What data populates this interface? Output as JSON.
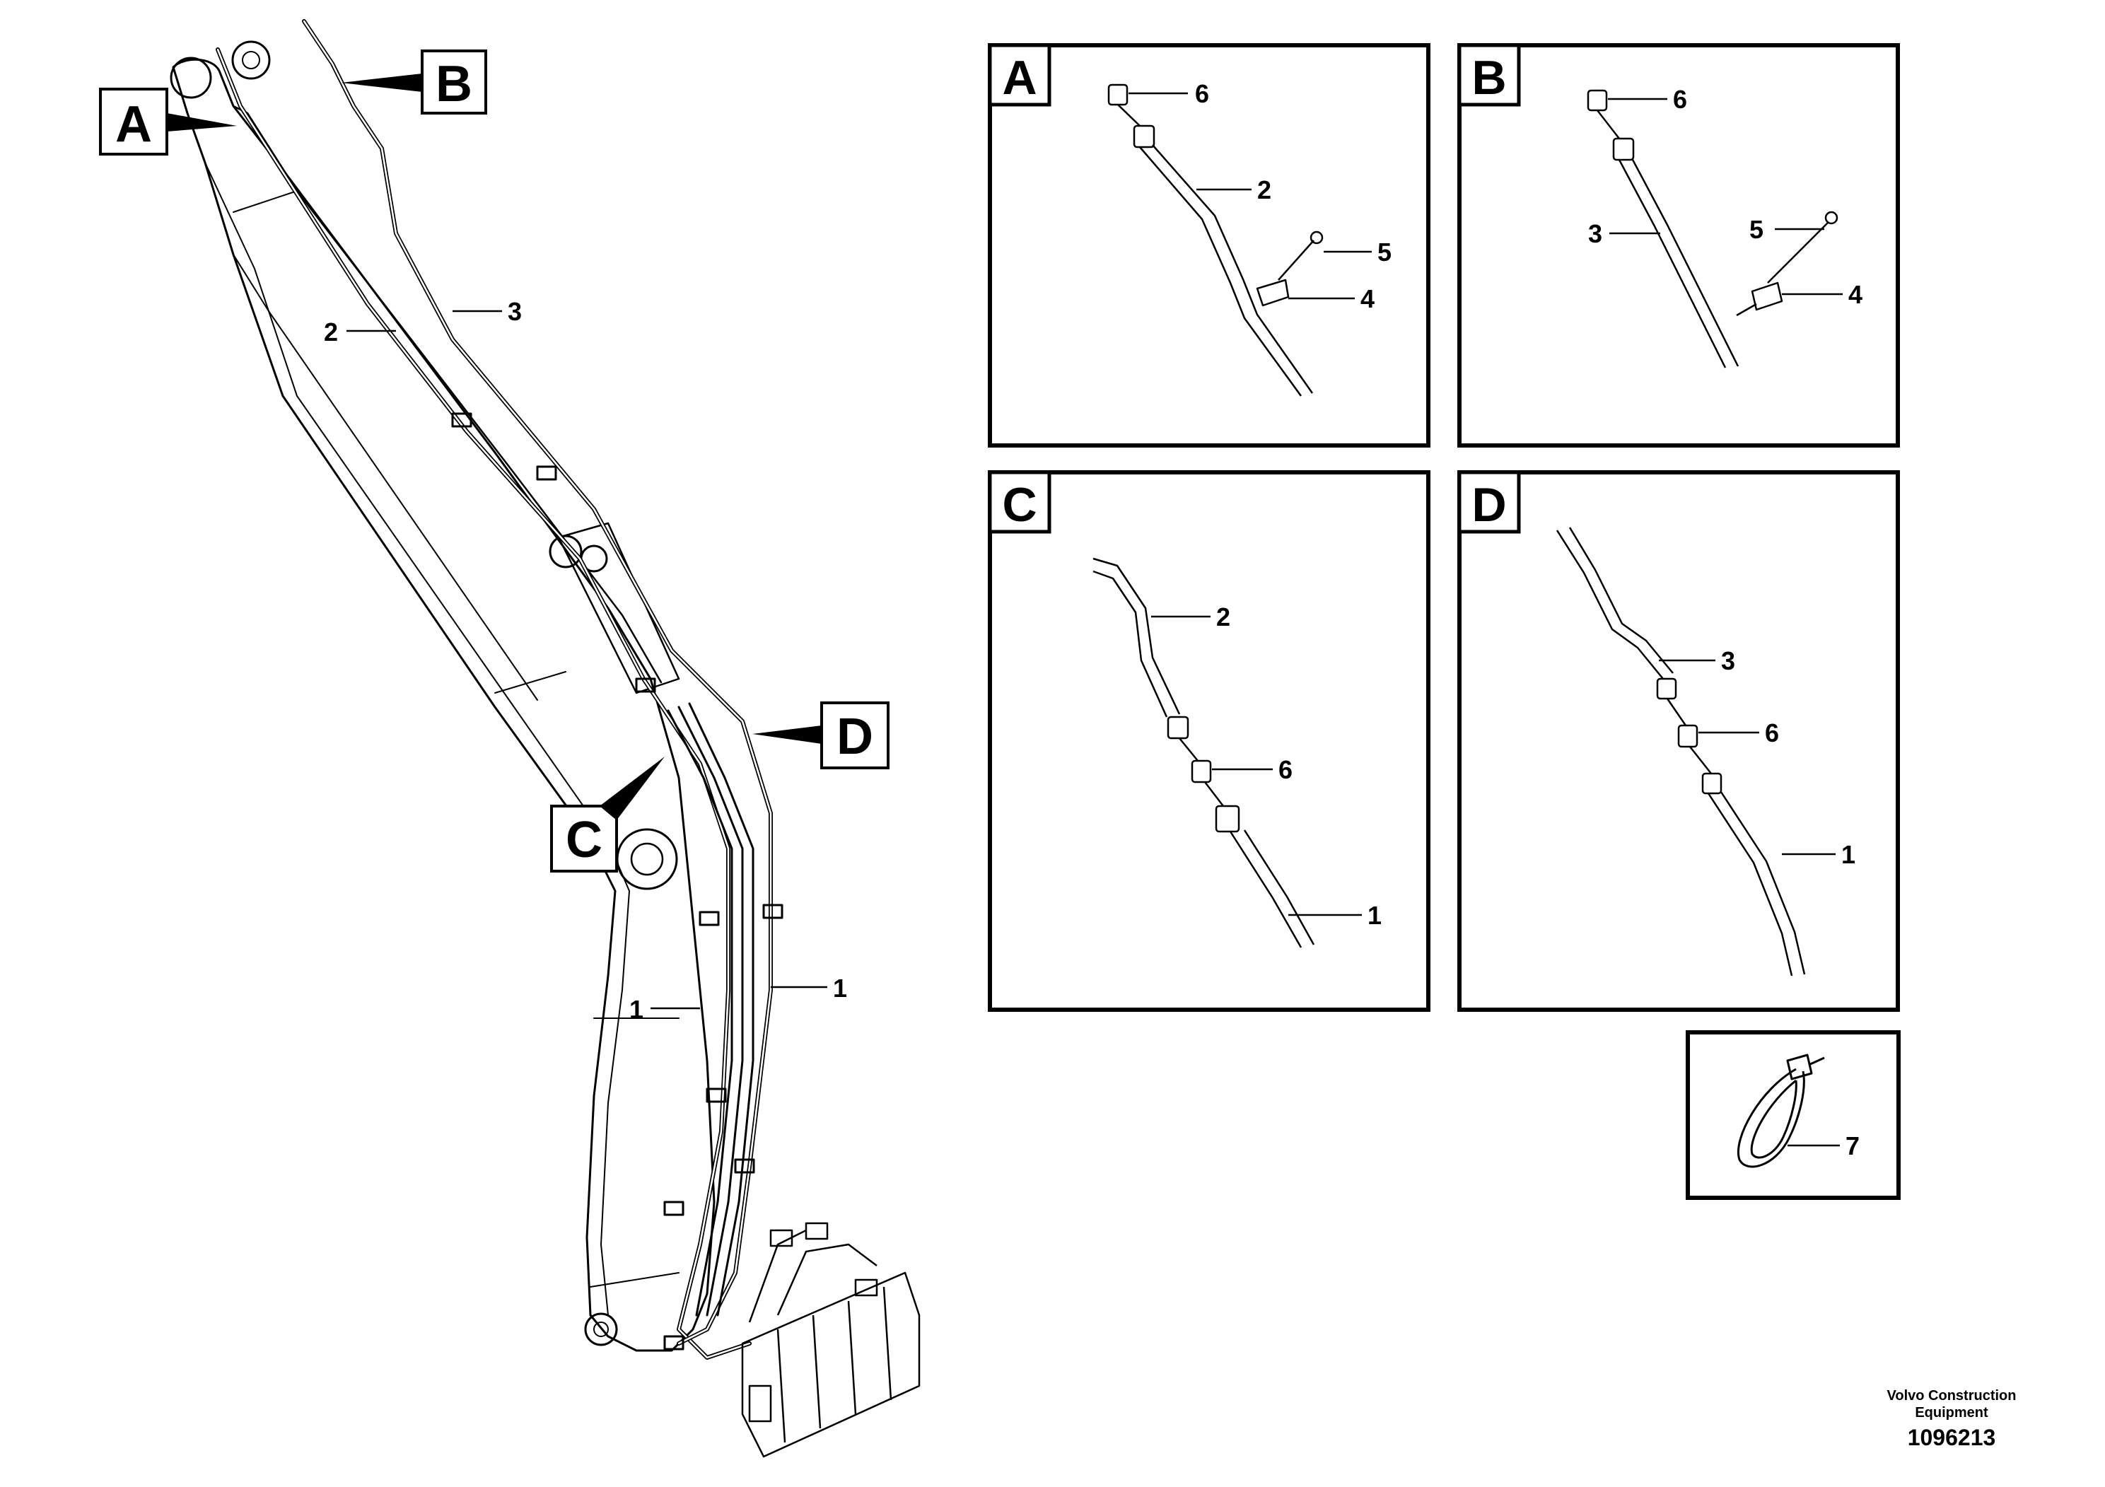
{
  "callouts": {
    "a": "A",
    "b": "B",
    "c": "C",
    "d": "D"
  },
  "main_labels": {
    "hose_3": "3",
    "hose_2": "2",
    "hose_1_left": "1",
    "hose_1_right": "1"
  },
  "panel_a": {
    "title": "A",
    "labels": {
      "nut": "6",
      "hose": "2",
      "screw": "5",
      "clamp": "4"
    }
  },
  "panel_b": {
    "title": "B",
    "labels": {
      "nut": "6",
      "hose": "3",
      "screw": "5",
      "clamp": "4"
    }
  },
  "panel_c": {
    "title": "C",
    "labels": {
      "hose_upper": "2",
      "nut": "6",
      "hose_lower": "1"
    }
  },
  "panel_d": {
    "title": "D",
    "labels": {
      "hose_upper": "3",
      "nut": "6",
      "hose_lower": "1"
    }
  },
  "panel_tie": {
    "labels": {
      "tie": "7"
    }
  },
  "footer": {
    "company_line1": "Volvo Construction",
    "company_line2": "Equipment",
    "part_number": "1096213"
  }
}
